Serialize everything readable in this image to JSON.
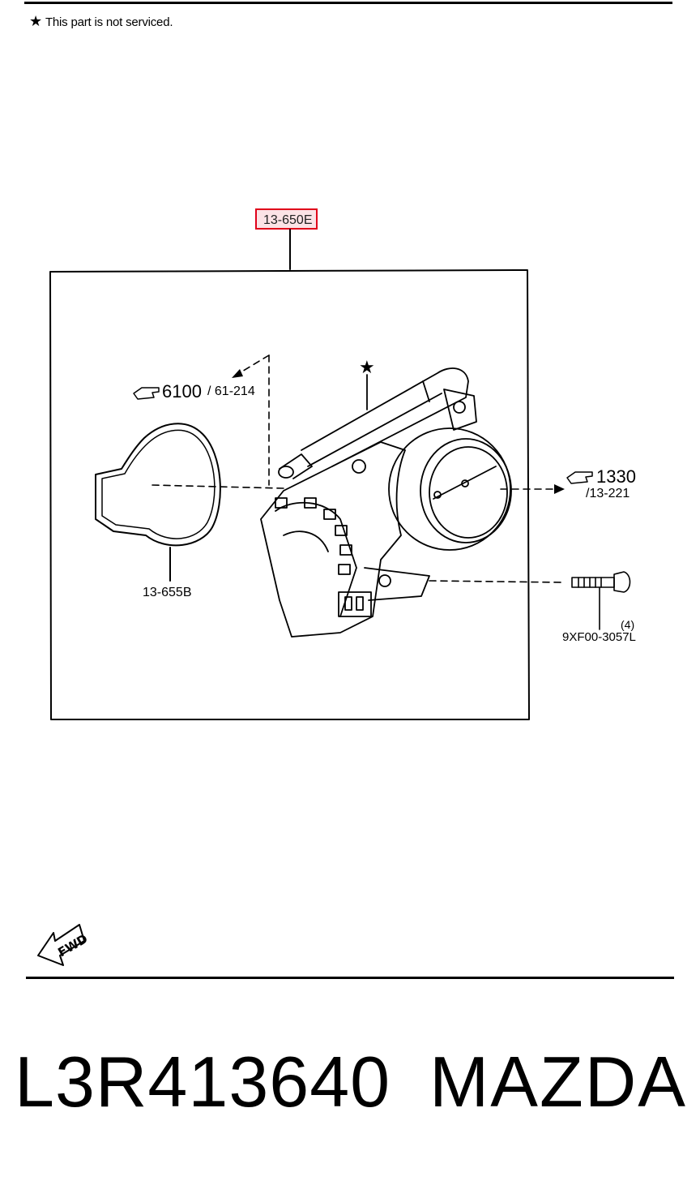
{
  "note": {
    "star": "★",
    "text": "This part is not serviced."
  },
  "labels": {
    "assembly_ref": "13-650E",
    "gasket_ref": "13-655B",
    "ref_left_main": "6100",
    "ref_left_sub": "/ 61-214",
    "ref_right_main": "1330",
    "ref_right_sub": "/13-221",
    "bolt_qty": "(4)",
    "bolt_ref": "9XF00-3057L",
    "fwd": "FWD"
  },
  "footer": {
    "part_number": "L3R413640",
    "brand": "MAZDA"
  },
  "colors": {
    "highlight_border": "#e0001a",
    "highlight_fill": "#fbe3e6"
  },
  "icons": [
    "star-icon",
    "pointing-hand-icon",
    "fwd-arrow-icon"
  ]
}
